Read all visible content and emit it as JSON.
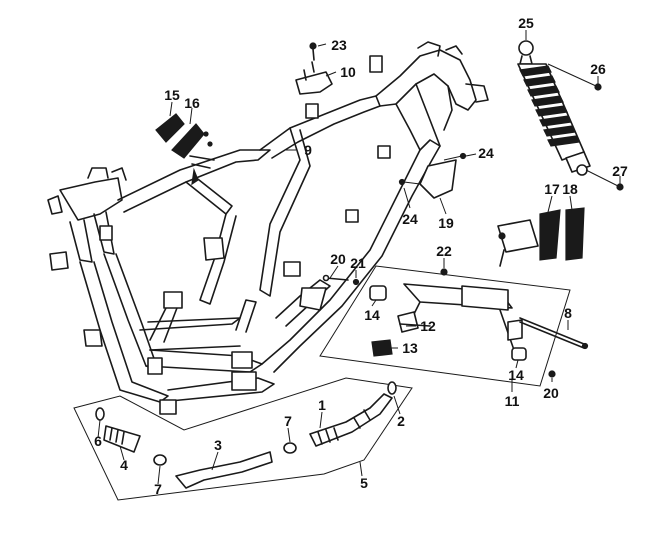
{
  "diagram": {
    "callouts": [
      {
        "id": "c1",
        "label": "1"
      },
      {
        "id": "c2",
        "label": "2"
      },
      {
        "id": "c3",
        "label": "3"
      },
      {
        "id": "c4",
        "label": "4"
      },
      {
        "id": "c5",
        "label": "5"
      },
      {
        "id": "c6",
        "label": "6"
      },
      {
        "id": "c7a",
        "label": "7"
      },
      {
        "id": "c7b",
        "label": "7"
      },
      {
        "id": "c8",
        "label": "8"
      },
      {
        "id": "c9",
        "label": "9"
      },
      {
        "id": "c10",
        "label": "10"
      },
      {
        "id": "c11",
        "label": "11"
      },
      {
        "id": "c12",
        "label": "12"
      },
      {
        "id": "c13",
        "label": "13"
      },
      {
        "id": "c14a",
        "label": "14"
      },
      {
        "id": "c14b",
        "label": "14"
      },
      {
        "id": "c15",
        "label": "15"
      },
      {
        "id": "c16",
        "label": "16"
      },
      {
        "id": "c17",
        "label": "17"
      },
      {
        "id": "c18",
        "label": "18"
      },
      {
        "id": "c19",
        "label": "19"
      },
      {
        "id": "c20a",
        "label": "20"
      },
      {
        "id": "c20b",
        "label": "20"
      },
      {
        "id": "c21",
        "label": "21"
      },
      {
        "id": "c22",
        "label": "22"
      },
      {
        "id": "c23",
        "label": "23"
      },
      {
        "id": "c24a",
        "label": "24"
      },
      {
        "id": "c24b",
        "label": "24"
      },
      {
        "id": "c25",
        "label": "25"
      },
      {
        "id": "c26",
        "label": "26"
      },
      {
        "id": "c27",
        "label": "27"
      }
    ]
  }
}
